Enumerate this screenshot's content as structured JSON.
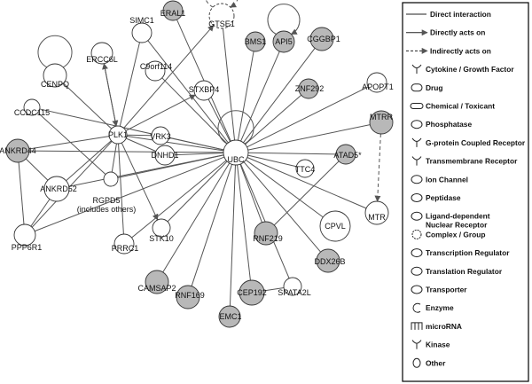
{
  "network": {
    "nodes": [
      {
        "id": "UBC",
        "label": "UBC",
        "fill": "white"
      },
      {
        "id": "ERAL1",
        "label": "ERAL1",
        "fill": "gray"
      },
      {
        "id": "GTSE1",
        "label": "GTSE1",
        "fill": "white"
      },
      {
        "id": "SIMC1",
        "label": "SIMC1",
        "fill": "white"
      },
      {
        "id": "BMS1",
        "label": "BMS1",
        "fill": "gray"
      },
      {
        "id": "API5",
        "label": "API5",
        "fill": "gray"
      },
      {
        "id": "CGGBP1",
        "label": "CGGBP1",
        "fill": "gray"
      },
      {
        "id": "ERCC6L",
        "label": "ERCC6L",
        "fill": "white"
      },
      {
        "id": "C9orf114",
        "label": "C9orf114",
        "fill": "white"
      },
      {
        "id": "CENPQ",
        "label": "CENPQ",
        "fill": "white"
      },
      {
        "id": "STXBP4",
        "label": "STXBP4",
        "fill": "white"
      },
      {
        "id": "ZNF292",
        "label": "ZNF292",
        "fill": "gray"
      },
      {
        "id": "APOPT1",
        "label": "APOPT1",
        "fill": "white"
      },
      {
        "id": "CCDC115",
        "label": "CCDC115",
        "fill": "white"
      },
      {
        "id": "PLK1",
        "label": "PLK1",
        "fill": "white"
      },
      {
        "id": "VRK3",
        "label": "VRK3",
        "fill": "white"
      },
      {
        "id": "DNHD1",
        "label": "DNHD1",
        "fill": "white"
      },
      {
        "id": "MTRR",
        "label": "MTRR",
        "fill": "gray"
      },
      {
        "id": "ANKRD44",
        "label": "ANKRD44",
        "fill": "gray"
      },
      {
        "id": "ATAD5",
        "label": "ATAD5*",
        "fill": "gray"
      },
      {
        "id": "TTC4",
        "label": "TTC4",
        "fill": "white"
      },
      {
        "id": "ANKRD52",
        "label": "ANKRD52",
        "fill": "white"
      },
      {
        "id": "RGPD5",
        "label": "RGPD5",
        "fill": "white"
      },
      {
        "id": "CPVL",
        "label": "CPVL",
        "fill": "white"
      },
      {
        "id": "MTR",
        "label": "MTR",
        "fill": "white"
      },
      {
        "id": "PPP6R1",
        "label": "PPP6R1",
        "fill": "white"
      },
      {
        "id": "PRRC1",
        "label": "PRRC1",
        "fill": "white"
      },
      {
        "id": "STK10",
        "label": "STK10",
        "fill": "white"
      },
      {
        "id": "RNF219",
        "label": "RNF219",
        "fill": "gray"
      },
      {
        "id": "DDX26B",
        "label": "DDX26B",
        "fill": "gray"
      },
      {
        "id": "CAMSAP2",
        "label": "CAMSAP2",
        "fill": "gray"
      },
      {
        "id": "RNF169",
        "label": "RNF169",
        "fill": "gray"
      },
      {
        "id": "CEP192",
        "label": "CEP192",
        "fill": "gray"
      },
      {
        "id": "SPATA2L",
        "label": "SPATA2L",
        "fill": "white"
      },
      {
        "id": "EMC1",
        "label": "EMC1",
        "fill": "gray"
      }
    ],
    "rgpd5_note": "(includes others)",
    "edges": [
      {
        "from": "UBC",
        "to": "ERAL1",
        "type": "direct"
      },
      {
        "from": "UBC",
        "to": "GTSE1",
        "type": "direct"
      },
      {
        "from": "UBC",
        "to": "SIMC1",
        "type": "direct"
      },
      {
        "from": "UBC",
        "to": "BMS1",
        "type": "direct"
      },
      {
        "from": "UBC",
        "to": "API5",
        "type": "direct"
      },
      {
        "from": "UBC",
        "to": "CGGBP1",
        "type": "direct"
      },
      {
        "from": "UBC",
        "to": "C9orf114",
        "type": "direct"
      },
      {
        "from": "UBC",
        "to": "STXBP4",
        "type": "direct"
      },
      {
        "from": "UBC",
        "to": "ZNF292",
        "type": "direct"
      },
      {
        "from": "UBC",
        "to": "APOPT1",
        "type": "direct"
      },
      {
        "from": "UBC",
        "to": "CCDC115",
        "type": "direct"
      },
      {
        "from": "UBC",
        "to": "PLK1",
        "type": "direct"
      },
      {
        "from": "UBC",
        "to": "VRK3",
        "type": "direct"
      },
      {
        "from": "UBC",
        "to": "DNHD1",
        "type": "direct"
      },
      {
        "from": "UBC",
        "to": "MTRR",
        "type": "direct"
      },
      {
        "from": "UBC",
        "to": "ANKRD44",
        "type": "direct"
      },
      {
        "from": "UBC",
        "to": "ATAD5",
        "type": "direct"
      },
      {
        "from": "UBC",
        "to": "TTC4",
        "type": "direct"
      },
      {
        "from": "UBC",
        "to": "ANKRD52",
        "type": "direct"
      },
      {
        "from": "UBC",
        "to": "RGPD5",
        "type": "direct"
      },
      {
        "from": "UBC",
        "to": "MTR",
        "type": "direct"
      },
      {
        "from": "UBC",
        "to": "PPP6R1",
        "type": "direct"
      },
      {
        "from": "UBC",
        "to": "PRRC1",
        "type": "direct"
      },
      {
        "from": "UBC",
        "to": "STK10",
        "type": "direct"
      },
      {
        "from": "UBC",
        "to": "RNF219",
        "type": "direct"
      },
      {
        "from": "UBC",
        "to": "DDX26B",
        "type": "direct"
      },
      {
        "from": "UBC",
        "to": "CAMSAP2",
        "type": "direct"
      },
      {
        "from": "UBC",
        "to": "RNF169",
        "type": "direct"
      },
      {
        "from": "UBC",
        "to": "CEP192",
        "type": "direct"
      },
      {
        "from": "UBC",
        "to": "SPATA2L",
        "type": "direct"
      },
      {
        "from": "UBC",
        "to": "EMC1",
        "type": "direct"
      },
      {
        "from": "UBC",
        "to": "CPVL",
        "type": "direct"
      },
      {
        "from": "PLK1",
        "to": "GTSE1",
        "type": "acts"
      },
      {
        "from": "PLK1",
        "to": "ERCC6L",
        "type": "acts"
      },
      {
        "from": "ERCC6L",
        "to": "PLK1",
        "type": "acts"
      },
      {
        "from": "PLK1",
        "to": "CENPQ",
        "type": "direct"
      },
      {
        "from": "PLK1",
        "to": "SIMC1",
        "type": "direct"
      },
      {
        "from": "PLK1",
        "to": "STXBP4",
        "type": "acts"
      },
      {
        "from": "PLK1",
        "to": "ANKRD52",
        "type": "direct"
      },
      {
        "from": "PLK1",
        "to": "ANKRD44",
        "type": "direct"
      },
      {
        "from": "PLK1",
        "to": "PPP6R1",
        "type": "direct"
      },
      {
        "from": "PLK1",
        "to": "PRRC1",
        "type": "direct"
      },
      {
        "from": "PLK1",
        "to": "STK10",
        "type": "acts"
      },
      {
        "from": "PLK1",
        "to": "VRK3",
        "type": "direct"
      },
      {
        "from": "PLK1",
        "to": "DNHD1",
        "type": "direct"
      },
      {
        "from": "PLK1",
        "to": "RGPD5",
        "type": "direct"
      },
      {
        "from": "CCDC115",
        "to": "RGPD5",
        "type": "direct"
      },
      {
        "from": "ANKRD44",
        "to": "ANKRD52",
        "type": "direct"
      },
      {
        "from": "ANKRD44",
        "to": "PPP6R1",
        "type": "direct"
      },
      {
        "from": "ANKRD52",
        "to": "PPP6R1",
        "type": "direct"
      },
      {
        "from": "MTRR",
        "to": "MTR",
        "type": "indirect"
      },
      {
        "from": "ATAD5",
        "to": "RNF219",
        "type": "direct"
      },
      {
        "from": "CEP192",
        "to": "SPATA2L",
        "type": "direct"
      }
    ],
    "self_loops": [
      {
        "node": "GTSE1",
        "type": "indirect"
      },
      {
        "node": "API5",
        "type": "acts"
      },
      {
        "node": "CENPQ",
        "type": "direct"
      },
      {
        "node": "UBC",
        "type": "direct"
      }
    ]
  },
  "legend": {
    "items": [
      {
        "label": "Direct interaction",
        "icon": "solid-line-icon"
      },
      {
        "label": "Directly acts on",
        "icon": "solid-arrow-icon"
      },
      {
        "label": "Indirectly acts on",
        "icon": "dashed-arrow-icon"
      },
      {
        "label": "Cytokine / Growth Factor",
        "icon": "cytokine-growth-factor-icon"
      },
      {
        "label": "Drug",
        "icon": "drug-capsule-icon"
      },
      {
        "label": "Chemical / Toxicant",
        "icon": "chemical-toxicant-icon"
      },
      {
        "label": "Phosphatase",
        "icon": "phosphatase-icon"
      },
      {
        "label": "G-protein Coupled Receptor",
        "icon": "g-protein-coupled-receptor-icon"
      },
      {
        "label": "Transmembrane Receptor",
        "icon": "transmembrane-receptor-icon"
      },
      {
        "label": "Ion Channel",
        "icon": "ion-channel-icon"
      },
      {
        "label": "Peptidase",
        "icon": "peptidase-icon"
      },
      {
        "label": "Ligand-dependent",
        "label2": "Nuclear Receptor",
        "icon": "ligand-dependent-nuclear-receptor-icon"
      },
      {
        "label": "Complex / Group",
        "icon": "complex-group-icon"
      },
      {
        "label": "Transcription Regulator",
        "icon": "transcription-regulator-icon"
      },
      {
        "label": "Translation Regulator",
        "icon": "translation-regulator-icon"
      },
      {
        "label": "Transporter",
        "icon": "transporter-icon"
      },
      {
        "label": "Enzyme",
        "icon": "enzyme-icon"
      },
      {
        "label": "microRNA",
        "icon": "microrna-icon"
      },
      {
        "label": "Kinase",
        "icon": "kinase-icon"
      },
      {
        "label": "Other",
        "icon": "other-icon"
      }
    ]
  },
  "colors": {
    "gray_node": "#b8b8b8",
    "white_node": "#ffffff",
    "stroke": "#333333",
    "edge": "#555555"
  }
}
